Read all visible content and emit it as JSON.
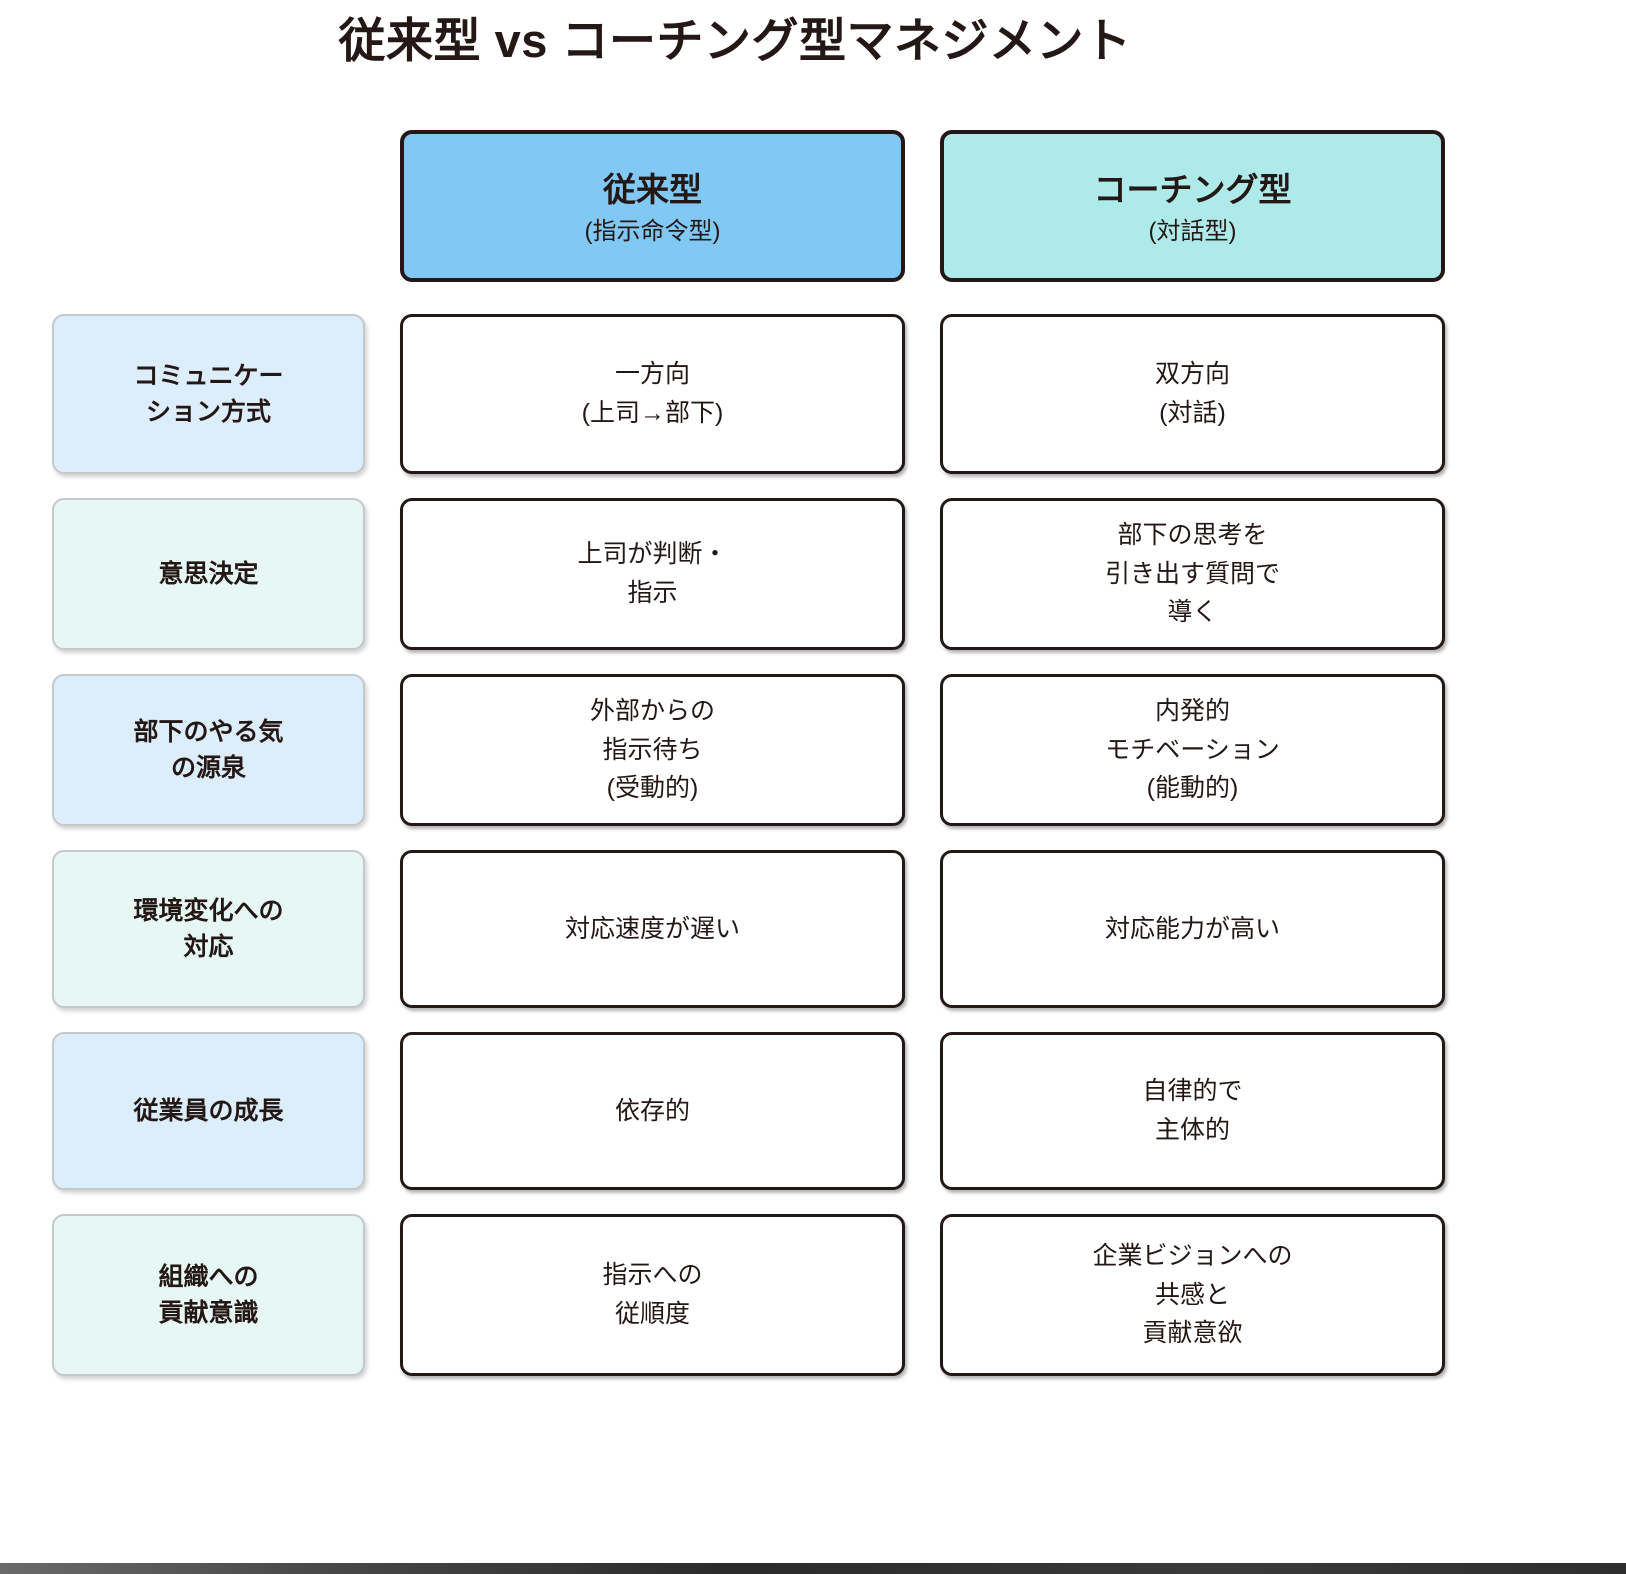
{
  "page": {
    "title": "従来型 vs コーチング型マネジメント"
  },
  "columns": [
    {
      "key": "traditional",
      "title": "従来型",
      "subtitle": "(指示命令型)",
      "color": "#82C8F5"
    },
    {
      "key": "coaching",
      "title": "コーチング型",
      "subtitle": "(対話型)",
      "color": "#AEEAEA"
    }
  ],
  "rows": [
    {
      "label": "コミュニケー\nション方式",
      "tone": "#DCEDFB",
      "traditional": "一方向\n(上司→部下)",
      "coaching": "双方向\n(対話)"
    },
    {
      "label": "意思決定",
      "tone": "#E7F7F4",
      "traditional": "上司が判断・\n指示",
      "coaching": "部下の思考を\n引き出す質問で\n導く"
    },
    {
      "label": "部下のやる気\nの源泉",
      "tone": "#DCEDFB",
      "traditional": "外部からの\n指示待ち\n(受動的)",
      "coaching": "内発的\nモチベーション\n(能動的)"
    },
    {
      "label": "環境変化への\n対応",
      "tone": "#E7F7F4",
      "traditional": "対応速度が遅い",
      "coaching": "対応能力が高い"
    },
    {
      "label": "従業員の成長",
      "tone": "#DCEDFB",
      "traditional": "依存的",
      "coaching": "自律的で\n主体的"
    },
    {
      "label": "組織への\n貢献意識",
      "tone": "#E7F7F4",
      "traditional": "指示への\n従順度",
      "coaching": "企業ビジョンへの\n共感と\n貢献意欲"
    }
  ],
  "theme": {
    "border_dark": "#231815",
    "border_light": "#C4C9CC",
    "text": "#231815",
    "background": "#FFFFFF"
  }
}
